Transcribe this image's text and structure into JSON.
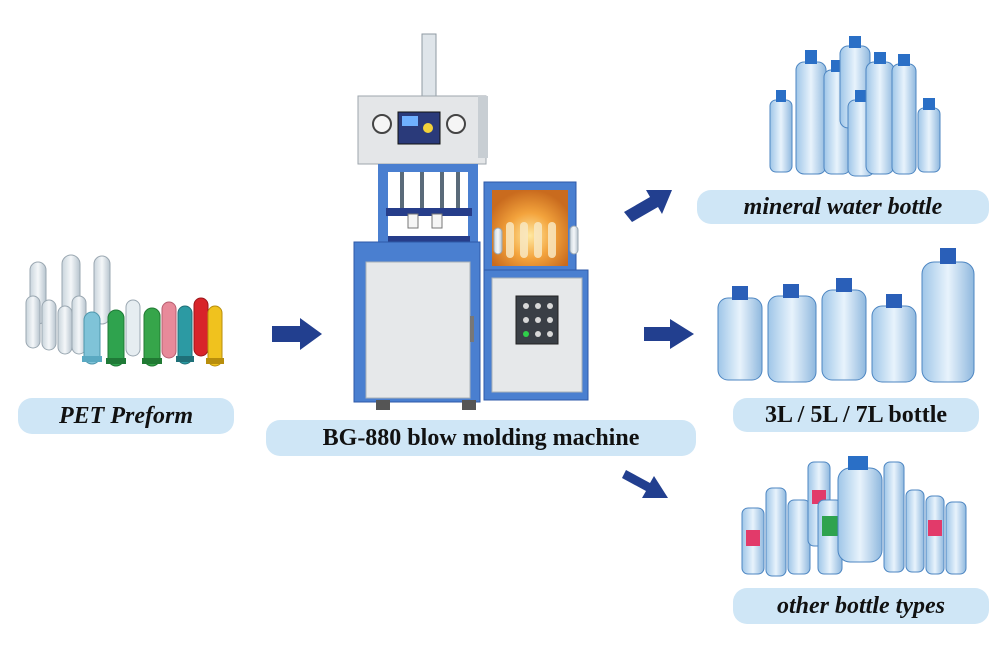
{
  "labels": {
    "preform": "PET Preform",
    "machine": "BG-880 blow molding machine",
    "mineral": "mineral water bottle",
    "big_bottles": "3L / 5L / 7L bottle",
    "other": "other bottle types"
  },
  "colors": {
    "pill_bg": "#cfe6f6",
    "arrow": "#223f8f",
    "machine_blue": "#4a7fd0",
    "machine_body": "#e4e6e8"
  },
  "icons": {
    "flow_arrow": "arrow-right-icon"
  }
}
